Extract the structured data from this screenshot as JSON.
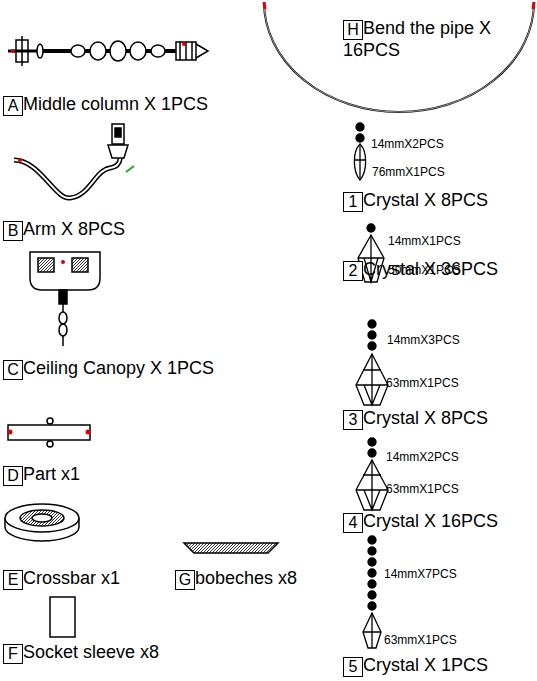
{
  "diagram": {
    "nodes": [
      {
        "text": [
          "A"
        ]
      },
      {
        "text": [
          "B"
        ]
      },
      {
        "text": [
          "C"
        ]
      },
      {
        "text": [
          "D"
        ]
      },
      {
        "text": [
          "E"
        ]
      },
      {
        "text": [
          "F"
        ]
      },
      {
        "text": [
          "G"
        ]
      },
      {
        "text": [
          "H"
        ]
      },
      {
        "text": [
          "1"
        ]
      },
      {
        "text": [
          "2"
        ]
      },
      {
        "text": [
          "3"
        ]
      },
      {
        "text": [
          "4"
        ]
      },
      {
        "text": [
          "5"
        ]
      }
    ],
    "labels": [
      "Middle column X 1PCS",
      "Arm X 8PCS",
      "Ceiling Canopy X 1PCS",
      "Part x1",
      "Crossbar x1",
      "Socket sleeve x8",
      "bobeches x8",
      "Bend the pipe X 16PCS",
      "14mmX2PCS",
      "76mmX1PCS",
      "Crystal X 8PCS",
      "14mmX1PCS",
      "50mmX1PCS",
      "Crystal X 36PCS",
      "14mmX3PCS",
      "63mmX1PCS",
      "Crystal X 8PCS",
      "14mmX2PCS",
      "63mmX1PCS",
      "Crystal X 16PCS",
      "14mmX7PCS",
      "63mmX1PCS",
      "Crystal X 1PCS"
    ]
  }
}
